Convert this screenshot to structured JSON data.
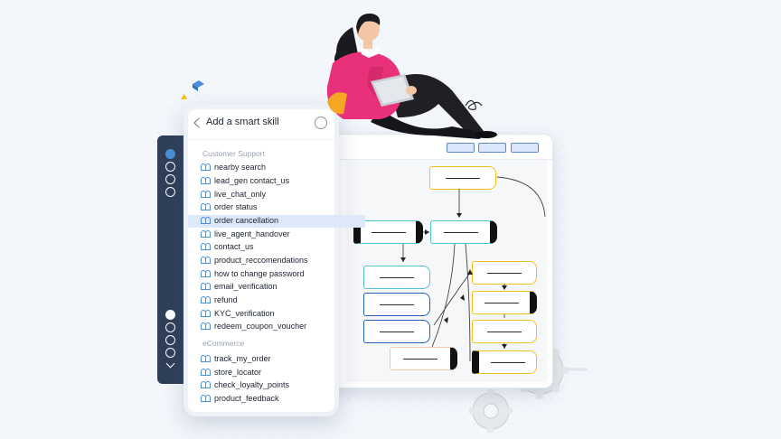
{
  "panel": {
    "title": "Add a smart skill",
    "sections": [
      {
        "name": "Customer Support",
        "items": [
          "nearby search",
          "lead_gen contact_us",
          "live_chat_only",
          "order status",
          "order cancellation",
          "live_agent_handover",
          "contact_us",
          "product_reccomendations",
          "how to change password",
          "email_verification",
          "refund",
          "KYC_verification",
          "redeem_coupon_voucher"
        ]
      },
      {
        "name": "eCommerce",
        "items": [
          "track_my_order",
          "store_locator",
          "check_loyalty_points",
          "product_feedback"
        ]
      }
    ],
    "selected_item": "order cancellation"
  },
  "colors": {
    "accent": "#4b8fd6",
    "rail": "#2f3f58",
    "teal_node": "#4fc3cf",
    "yellow_node": "#f2c21a",
    "blue_node": "#1e5fb6",
    "figure_top": "#e8317a"
  },
  "icons": [
    "back-icon",
    "circle-icon",
    "skill-icon",
    "chevron-down-icon",
    "gear-icon"
  ]
}
